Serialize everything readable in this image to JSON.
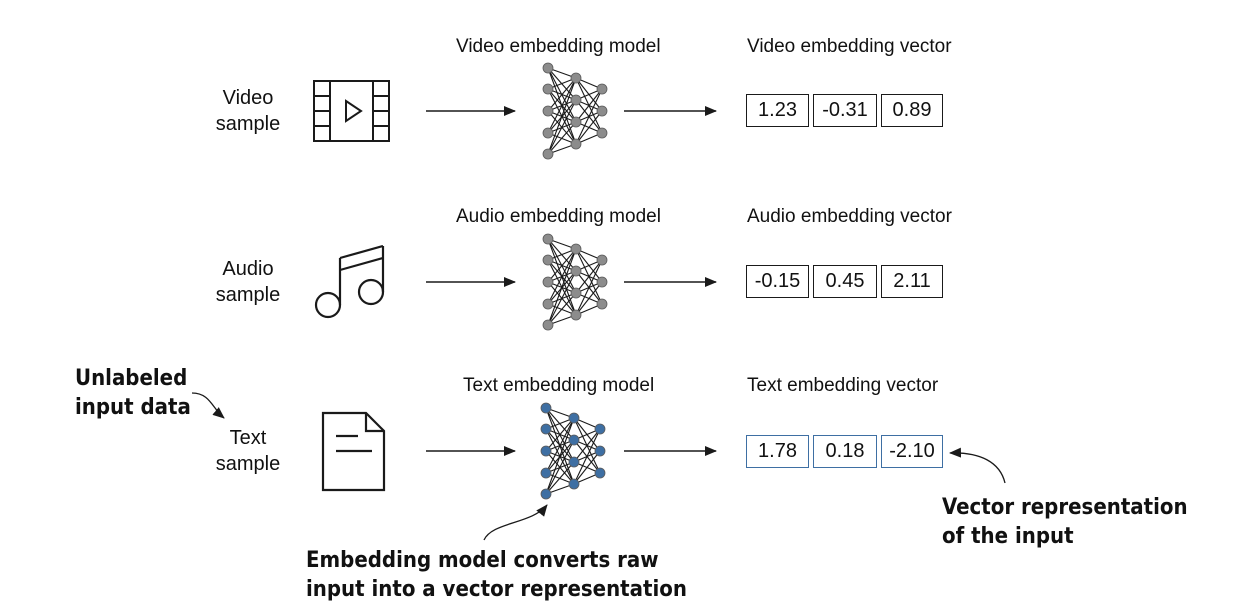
{
  "rows": {
    "video": {
      "sample_line1": "Video",
      "sample_line2": "sample",
      "model_title": "Video embedding model",
      "vector_title": "Video embedding vector",
      "vector": [
        "1.23",
        "-0.31",
        "0.89"
      ],
      "icon": "video-file-icon"
    },
    "audio": {
      "sample_line1": "Audio",
      "sample_line2": "sample",
      "model_title": "Audio embedding model",
      "vector_title": "Audio embedding vector",
      "vector": [
        "-0.15",
        "0.45",
        "2.11"
      ],
      "icon": "music-note-icon"
    },
    "text": {
      "sample_line1": "Text",
      "sample_line2": "sample",
      "model_title": "Text embedding model",
      "vector_title": "Text embedding vector",
      "vector": [
        "1.78",
        "0.18",
        "-2.10"
      ],
      "icon": "text-document-icon"
    }
  },
  "annotations": {
    "unlabeled_line1": "Unlabeled",
    "unlabeled_line2": "input data",
    "vector_rep_line1": "Vector representation",
    "vector_rep_line2": "of the input",
    "model_converts_line1": "Embedding model converts raw",
    "model_converts_line2": "input into a vector representation"
  },
  "colors": {
    "node_gray": "#8c8c8c",
    "node_blue": "#3e6fa3",
    "line": "#1a1a1a"
  }
}
